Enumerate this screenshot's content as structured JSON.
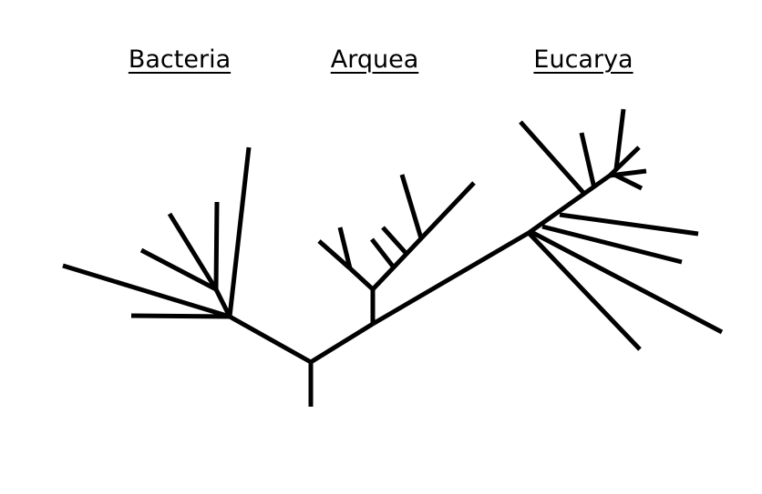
{
  "labels": {
    "bacteria": "Bacteria",
    "archaea": "Arquea",
    "eukarya": "Eucarya"
  },
  "colors": {
    "ink": "#000000",
    "background": "#ffffff"
  }
}
